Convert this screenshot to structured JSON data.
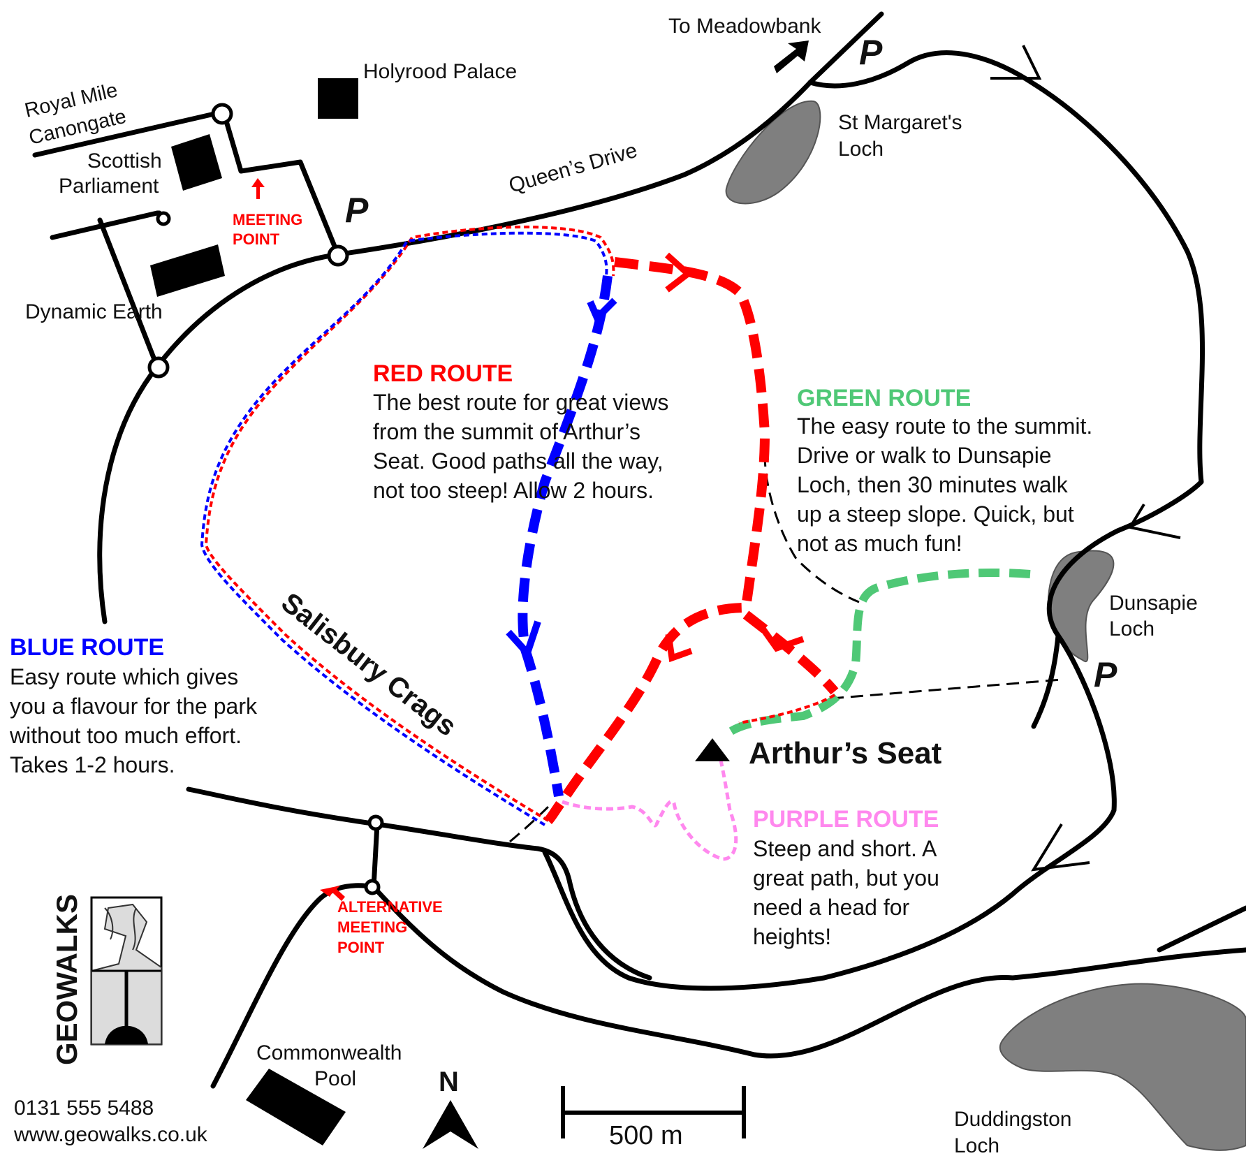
{
  "labels": {
    "to_meadowbank": "To Meadowbank",
    "holyrood": "Holyrood Palace",
    "royal_mile_1": "Royal Mile",
    "royal_mile_2": "Canongate",
    "parliament_1": "Scottish",
    "parliament_2": "Parliament",
    "meeting_1": "MEETING",
    "meeting_2": "POINT",
    "queens_drive": "Queen’s Drive",
    "st_margaret_1": "St Margaret's",
    "st_margaret_2": "Loch",
    "dynamic_earth": "Dynamic Earth",
    "salisbury": "Salisbury Crags",
    "arthurs_seat": "Arthur’s Seat",
    "dunsapie_1": "Dunsapie",
    "dunsapie_2": "Loch",
    "alt_meeting_1": "ALTERNATIVE",
    "alt_meeting_2": "MEETING",
    "alt_meeting_3": "POINT",
    "commonwealth_1": "Commonwealth",
    "commonwealth_2": "Pool",
    "duddingston_1": "Duddingston",
    "duddingston_2": "Loch",
    "parking": "P",
    "north": "N",
    "scale": "500 m",
    "brand": "GEOWALKS",
    "phone": "0131 555 5488",
    "website": "www.geowalks.co.uk"
  },
  "routes": {
    "red": {
      "title": "RED ROUTE",
      "lines": [
        "The best route for great views",
        "from the summit of Arthur’s",
        "Seat. Good paths all the way,",
        "not too steep! Allow 2 hours."
      ],
      "color": "#ff0000"
    },
    "green": {
      "title": "GREEN ROUTE",
      "lines": [
        "The easy route to the summit.",
        "Drive or walk to Dunsapie",
        "Loch, then 30 minutes walk",
        "up a steep slope. Quick, but",
        "not as much fun!"
      ],
      "color": "#4fc876"
    },
    "blue": {
      "title": "BLUE ROUTE",
      "lines": [
        "Easy route which gives",
        "you a flavour for the park",
        "without too much effort.",
        "Takes 1-2 hours."
      ],
      "color": "#0000ff"
    },
    "purple": {
      "title": "PURPLE ROUTE",
      "lines": [
        "Steep and short. A",
        "great path, but you",
        "need a head for",
        "heights!"
      ],
      "color": "#ff88ee"
    }
  }
}
